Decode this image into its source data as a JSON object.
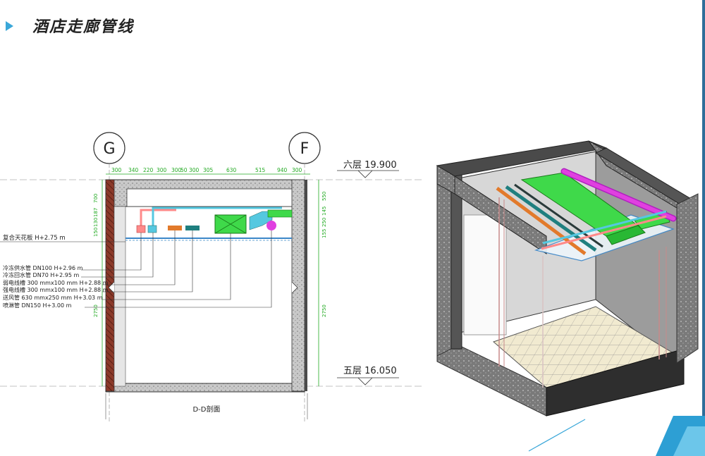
{
  "header": {
    "title": "酒店走廊管线",
    "arrow_icon": "triangle-right-icon",
    "accent": "#3aa7d9"
  },
  "section": {
    "grid_left": "G",
    "grid_right": "F",
    "top_dims": [
      "300",
      "340",
      "220",
      "300",
      "300",
      "50",
      "300",
      "305",
      "630",
      "515",
      "940",
      "300"
    ],
    "left_dims": [
      "700",
      "130",
      "150",
      "187",
      "2750"
    ],
    "right_dims": [
      "550",
      "145",
      "250",
      "155",
      "2750"
    ],
    "level_top": "六层 19.900",
    "level_bottom": "五层 16.050",
    "ceiling_label": "复合天花板 H+2.75 m",
    "pipe_labels": [
      "冷冻供水管 DN100 H+2.96 m",
      "冷冻回水管 DN70 H+2.95 m",
      "弱电线槽 300 mmx100 mm H+2.88 m",
      "强电线槽 300 mmx100 mm H+2.88 m",
      "送风管 630 mmx250 mm H+3.03 m",
      "喷淋管 DN150 H+3.00 m"
    ],
    "caption": "D-D剖面"
  },
  "colors": {
    "duct_green": "#3fd94a",
    "supply_pipe": "#ff8a8a",
    "return_pipe": "#55c8e0",
    "weak_tray": "#e27a2b",
    "strong_tray": "#1f7f7f",
    "sprinkler": "#e040e0",
    "dim_green": "#22aa22"
  }
}
